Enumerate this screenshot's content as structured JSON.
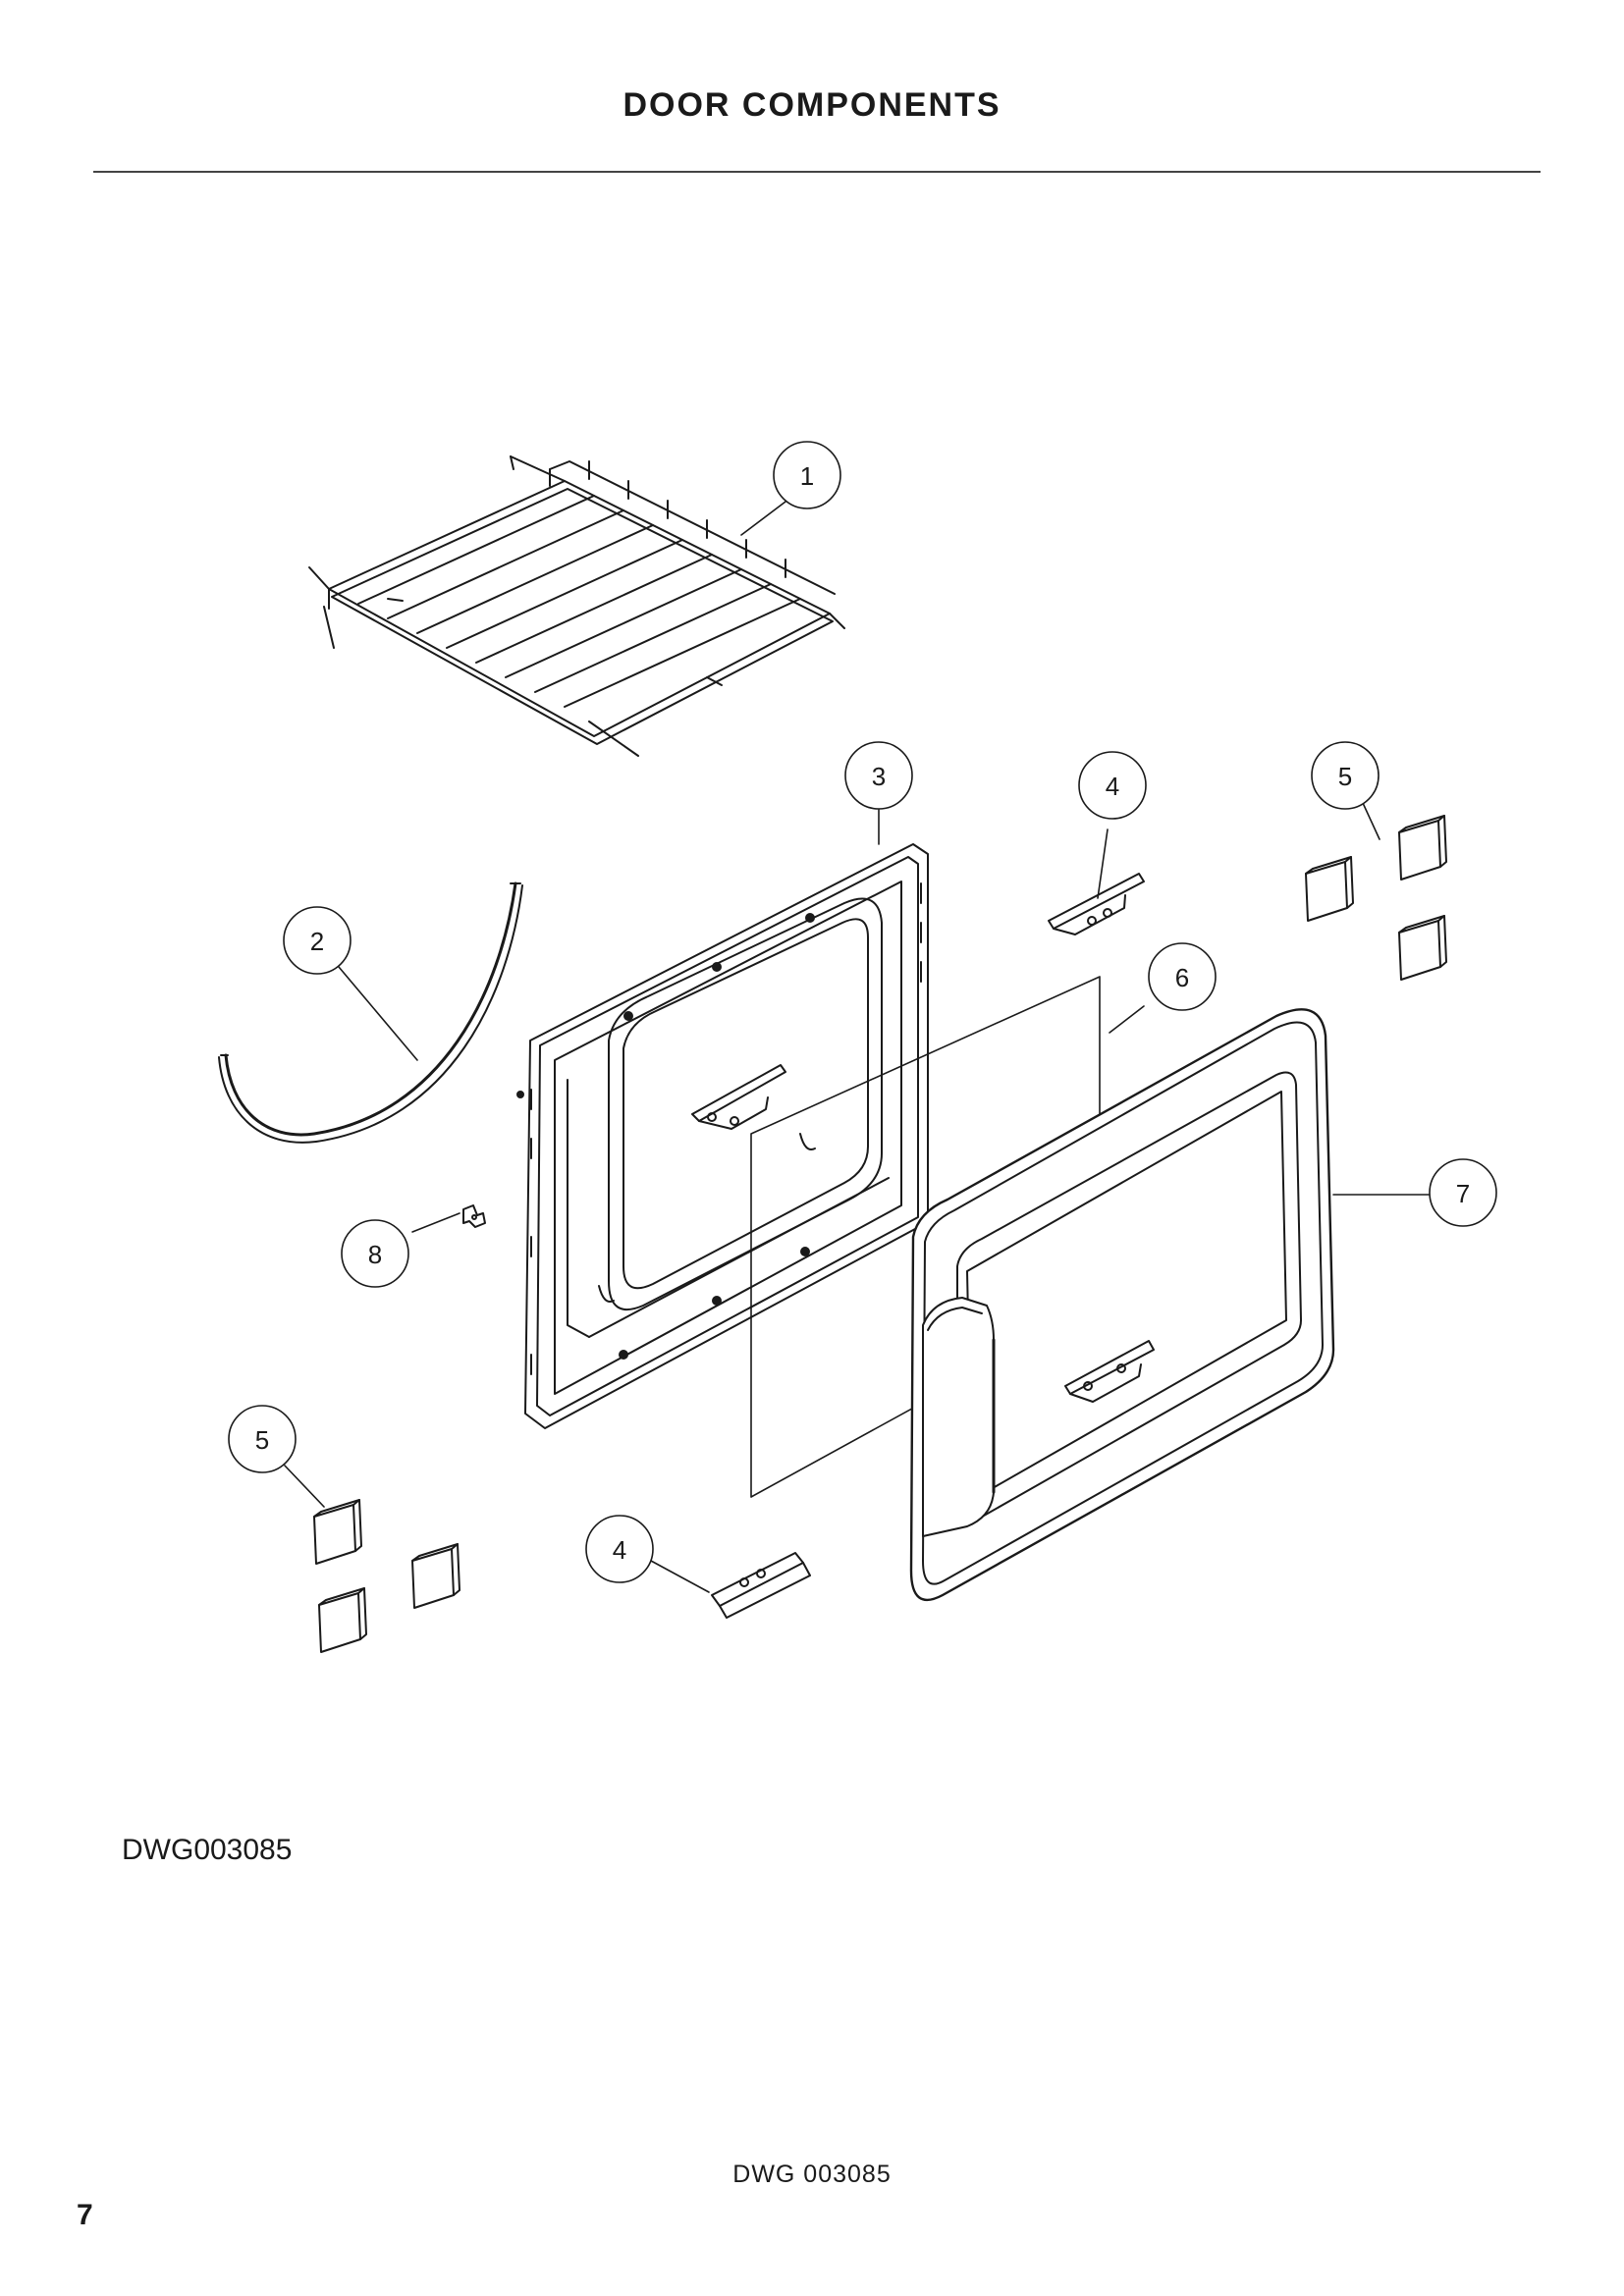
{
  "page": {
    "title": "DOOR COMPONENTS",
    "drawing_code": "DWG003085",
    "footer_code": "DWG 003085",
    "page_number": "7"
  },
  "callouts": [
    {
      "id": "1",
      "label": "1",
      "part": "rack"
    },
    {
      "id": "2",
      "label": "2",
      "part": "door-seal"
    },
    {
      "id": "3",
      "label": "3",
      "part": "inner-door-panel"
    },
    {
      "id": "4a",
      "label": "4",
      "part": "hinge-bracket-upper"
    },
    {
      "id": "4b",
      "label": "4",
      "part": "hinge-bracket-lower"
    },
    {
      "id": "5a",
      "label": "5",
      "part": "pads-upper"
    },
    {
      "id": "5b",
      "label": "5",
      "part": "pads-lower"
    },
    {
      "id": "6",
      "label": "6",
      "part": "glass-panel"
    },
    {
      "id": "7",
      "label": "7",
      "part": "outer-door-frame"
    },
    {
      "id": "8",
      "label": "8",
      "part": "clip"
    }
  ]
}
